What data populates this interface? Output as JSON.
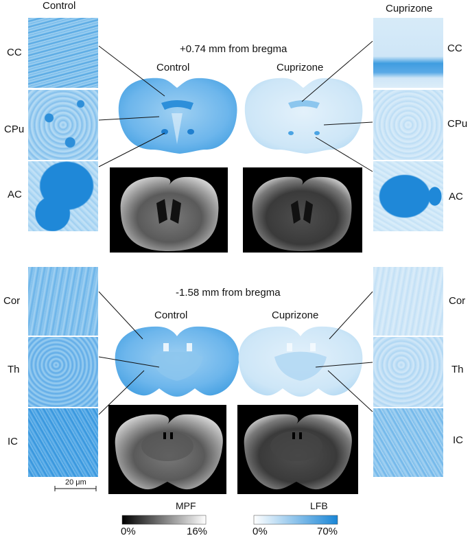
{
  "top": {
    "left_header": "Control",
    "right_header": "Cuprizone",
    "bregma": "+0.74 mm from bregma",
    "center_left": "Control",
    "center_right": "Cuprizone",
    "left_labels": [
      "CC",
      "CPu",
      "AC"
    ],
    "right_labels": [
      "CC",
      "CPu",
      "AC"
    ]
  },
  "bottom": {
    "bregma": "-1.58 mm from bregma",
    "center_left": "Control",
    "center_right": "Cuprizone",
    "left_labels": [
      "Cor",
      "Th",
      "IC"
    ],
    "right_labels": [
      "Cor",
      "Th",
      "IC"
    ]
  },
  "scale_bar": "20 μm",
  "colorbars": {
    "mpf": {
      "title": "MPF",
      "min": "0%",
      "max": "16%"
    },
    "lfb": {
      "title": "LFB",
      "min": "0%",
      "max": "70%"
    }
  },
  "colors": {
    "lfb_dark": "#1a86d6",
    "lfb_mid": "#6db6ec",
    "lfb_light": "#cfe6f7",
    "mri_dark": "#000000",
    "mri_light": "#d9d9d9"
  }
}
